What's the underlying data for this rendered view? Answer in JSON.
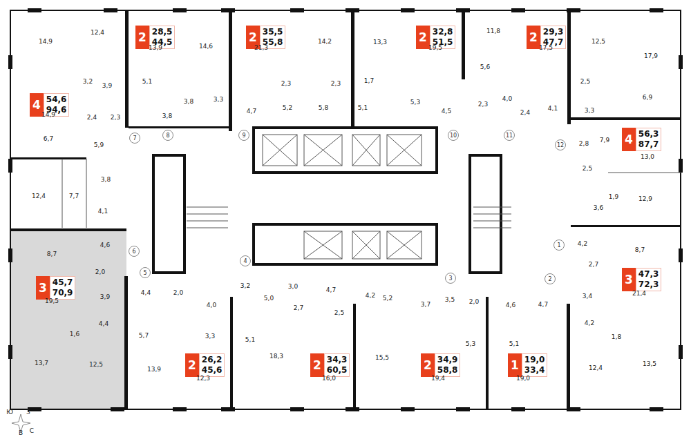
{
  "diagram": {
    "nodes": [
      {
        "text": [
          "2",
          "28,5",
          "44,5"
        ]
      },
      {
        "text": [
          "2",
          "35,5",
          "55,8"
        ]
      },
      {
        "text": [
          "2",
          "32,8",
          "51,5"
        ]
      },
      {
        "text": [
          "2",
          "29,3",
          "47,7"
        ]
      },
      {
        "text": [
          "4",
          "54,6",
          "94,6"
        ]
      },
      {
        "text": [
          "4",
          "56,3",
          "87,7"
        ]
      },
      {
        "text": [
          "3",
          "45,7",
          "70,9"
        ]
      },
      {
        "text": [
          "3",
          "47,3",
          "72,3"
        ]
      },
      {
        "text": [
          "2",
          "26,2",
          "45,6"
        ]
      },
      {
        "text": [
          "2",
          "34,3",
          "60,5"
        ]
      },
      {
        "text": [
          "2",
          "34,9",
          "58,8"
        ]
      },
      {
        "text": [
          "1",
          "19,0",
          "33,4"
        ]
      },
      {
        "text": [
          "1"
        ]
      },
      {
        "text": [
          "2"
        ]
      },
      {
        "text": [
          "3"
        ]
      },
      {
        "text": [
          "4"
        ]
      },
      {
        "text": [
          "5"
        ]
      },
      {
        "text": [
          "6"
        ]
      },
      {
        "text": [
          "7"
        ]
      },
      {
        "text": [
          "8"
        ]
      },
      {
        "text": [
          "9"
        ]
      },
      {
        "text": [
          "10"
        ]
      },
      {
        "text": [
          "11"
        ]
      },
      {
        "text": [
          "12"
        ]
      }
    ],
    "labels": [
      "14,9",
      "12,4",
      "13,9",
      "14,6",
      "21,3",
      "14,2",
      "13,3",
      "19,5",
      "11,8",
      "17,5",
      "12,5",
      "17,9",
      "3,2",
      "3,9",
      "5,1",
      "3,8",
      "3,3",
      "14,9",
      "2,4",
      "2,3",
      "3,8",
      "4,7",
      "2,3",
      "2,3",
      "1,7",
      "5,2",
      "5,8",
      "5,1",
      "5,3",
      "4,5",
      "5,6",
      "2,3",
      "4,0",
      "2,4",
      "4,1",
      "2,5",
      "3,3",
      "6,9",
      "6,7",
      "5,9",
      "2,8",
      "7,9",
      "13,0",
      "2,5",
      "3,8",
      "12,4",
      "7,7",
      "4,1",
      "12,9",
      "1,9",
      "3,6",
      "4,6",
      "8,7",
      "4,2",
      "8,7",
      "2,7",
      "2,0",
      "3,9",
      "19,5",
      "21,4",
      "3,4",
      "4,4",
      "4,2",
      "1,6",
      "1,8",
      "13,7",
      "12,5",
      "12,4",
      "13,5",
      "4,4",
      "5,7",
      "2,0",
      "4,0",
      "3,3",
      "3,2",
      "5,0",
      "3,0",
      "2,7",
      "4,7",
      "2,5",
      "5,1",
      "18,3",
      "13,9",
      "12,3",
      "16,0",
      "15,5",
      "4,2",
      "5,2",
      "3,7",
      "3,5",
      "2,0",
      "4,6",
      "4,7",
      "5,3",
      "5,1",
      "19,4",
      "19,0",
      "Ю",
      "З",
      "В",
      "С"
    ]
  }
}
